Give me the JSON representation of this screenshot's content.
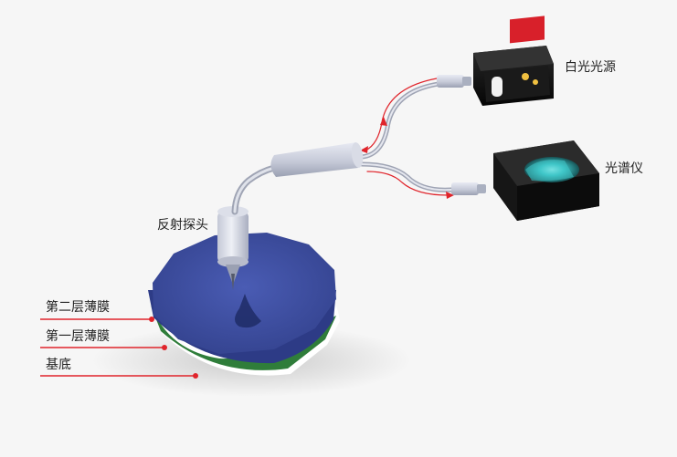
{
  "labels": {
    "light_source": "白光光源",
    "spectrometer": "光谱仪",
    "probe": "反射探头",
    "film_layer_2": "第二层薄膜",
    "film_layer_1": "第一层薄膜",
    "substrate": "基底"
  },
  "colors": {
    "film_layer_2": "#3e4fa0",
    "film_layer_1": "#2f7d3a",
    "substrate": "#ffffff",
    "leader_line": "#e0242b",
    "fiber": "#c8ccd6",
    "device_body": "#111111",
    "spectrometer_glow": "#3fc6c8",
    "light_source_board": "#d8202a"
  }
}
